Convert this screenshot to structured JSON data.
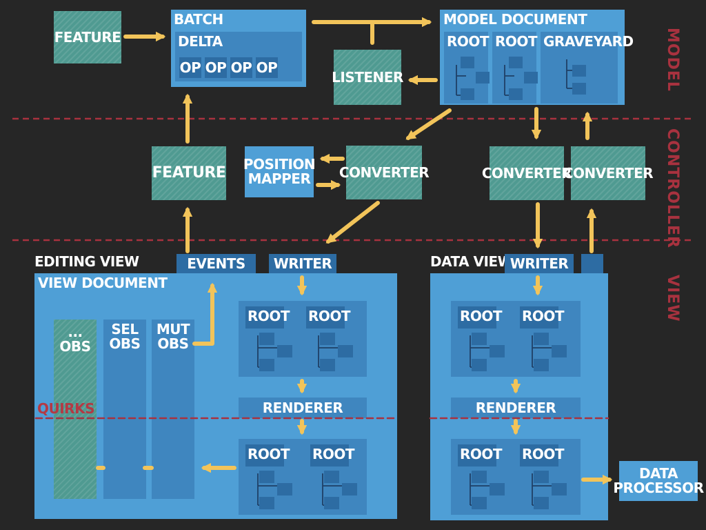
{
  "layers": {
    "model": "MODEL",
    "controller": "CONTROLLER",
    "view": "VIEW"
  },
  "model": {
    "feature": "FEATURE",
    "batch": {
      "title": "BATCH",
      "delta": "DELTA",
      "ops": [
        "OP",
        "OP",
        "OP",
        "OP"
      ]
    },
    "listener": "LISTENER",
    "document": {
      "title": "MODEL DOCUMENT",
      "roots": [
        "ROOT",
        "ROOT",
        "GRAVEYARD"
      ]
    }
  },
  "controller": {
    "feature": "FEATURE",
    "position_mapper": "POSITION MAPPER",
    "converter_main": "CONVERTER",
    "converter_down": "CONVERTER",
    "converter_up": "CONVERTER"
  },
  "editing_view": {
    "title": "EDITING VIEW",
    "events": "EVENTS",
    "writer": "WRITER",
    "document": "VIEW DOCUMENT",
    "observers": [
      "...\nOBS",
      "SEL\nOBS",
      "MUT\nOBS"
    ],
    "quirks": "QUIRKS",
    "virtual_roots": [
      "ROOT",
      "ROOT"
    ],
    "renderer": "RENDERER",
    "dom_roots": [
      "ROOT",
      "ROOT"
    ]
  },
  "data_view": {
    "title": "DATA VIEW",
    "writer": "WRITER",
    "virtual_roots": [
      "ROOT",
      "ROOT"
    ],
    "renderer": "RENDERER",
    "dom_roots": [
      "ROOT",
      "ROOT"
    ]
  },
  "data_processor": "DATA PROCESSOR",
  "colors": {
    "background": "#262626",
    "box_blue": "#4f9fd6",
    "box_mid": "#3f86bf",
    "box_dark": "#2d6ca3",
    "feature_teal": "#4f9a91",
    "arrow_yellow": "#f2c45a",
    "divider_red": "#a8323f"
  }
}
